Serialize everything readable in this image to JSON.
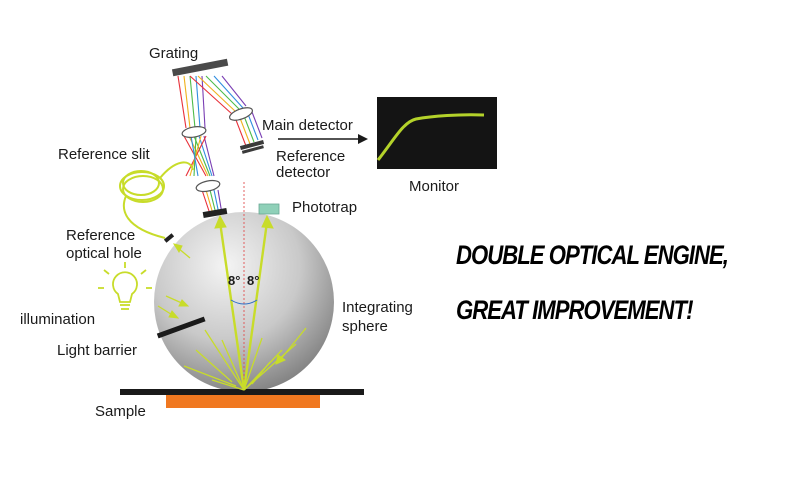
{
  "labels": {
    "grating": "Grating",
    "main_detector": "Main detector",
    "reference_detector_1": "Reference",
    "reference_detector_2": "detector",
    "monitor": "Monitor",
    "reference_slit": "Reference slit",
    "phototrap": "Phototrap",
    "reference_optical_hole_1": "Reference",
    "reference_optical_hole_2": "optical hole",
    "illumination": "illumination",
    "light_barrier": "Light barrier",
    "integrating_sphere_1": "Integrating",
    "integrating_sphere_2": "sphere",
    "sample": "Sample",
    "angle_left": "8°",
    "angle_right": "8°"
  },
  "headline": {
    "line1": "DOUBLE OPTICAL ENGINE,",
    "line2": "GREAT IMPROVEMENT!"
  },
  "colors": {
    "beam": "#c8dc2a",
    "monitor_screen": "#141414",
    "monitor_curve": "#b4d22a",
    "sample": "#f07820",
    "sphere_light": "#f2f2f2",
    "sphere_dark": "#8c8c8c",
    "phototrap": "#8fd0b8"
  }
}
